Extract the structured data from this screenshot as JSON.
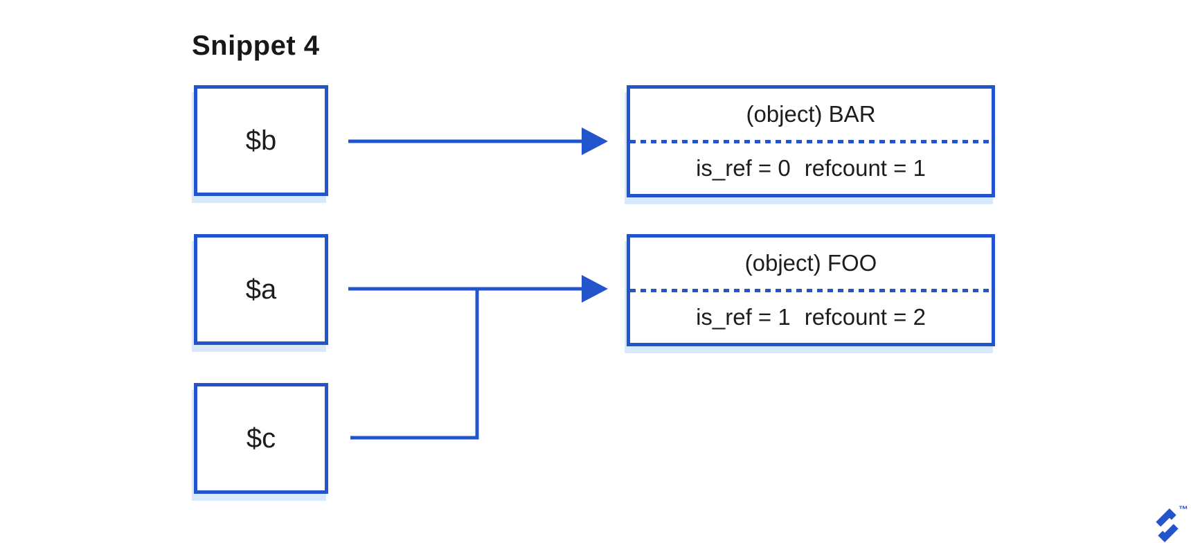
{
  "title": "Snippet 4",
  "colors": {
    "line_blue": "#2254cc",
    "shadow_light_blue": "#d8e9fb",
    "text_dark": "#1d1d1f",
    "background": "#ffffff"
  },
  "variables": [
    {
      "label": "$b"
    },
    {
      "label": "$a"
    },
    {
      "label": "$c"
    }
  ],
  "objects": [
    {
      "title": "(object) BAR",
      "is_ref": "is_ref = 0",
      "refcount": "refcount = 1"
    },
    {
      "title": "(object) FOO",
      "is_ref": "is_ref = 1",
      "refcount": "refcount = 2"
    }
  ],
  "connectors": [
    {
      "name": "arrow-b-to-bar",
      "from": "$b",
      "to": "(object) BAR"
    },
    {
      "name": "arrow-a-to-foo",
      "from": "$a",
      "to": "(object) FOO"
    },
    {
      "name": "connector-c-joins-a",
      "from": "$c",
      "to": "arrow-a-to-foo"
    }
  ],
  "logo": {
    "icon": "toptal-logo-icon",
    "trademark": "™"
  }
}
